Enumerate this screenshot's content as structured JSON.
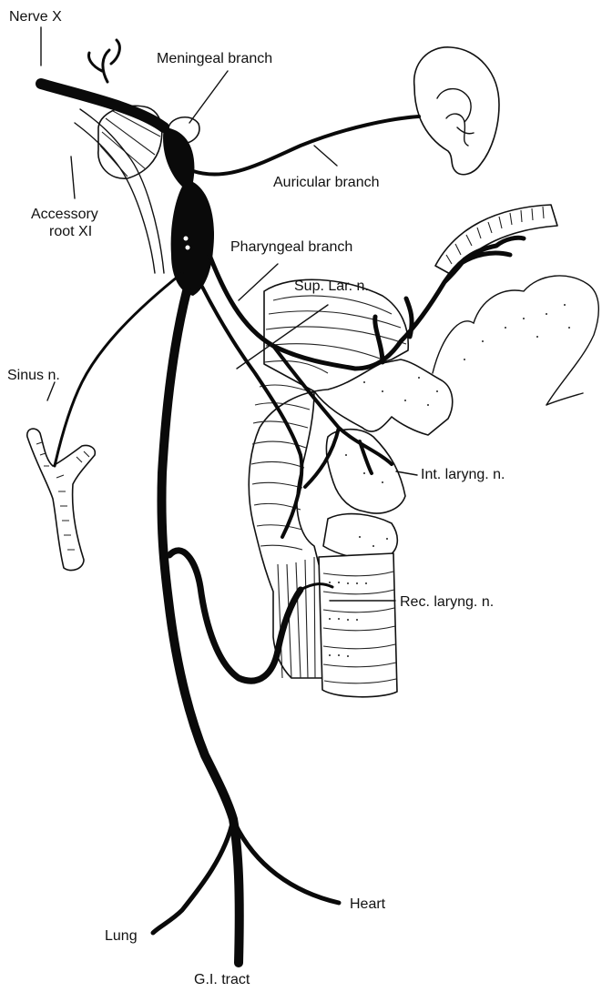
{
  "labels": {
    "nerve_x": "Nerve X",
    "meningeal": "Meningeal branch",
    "auricular": "Auricular branch",
    "accessory_1": "Accessory",
    "accessory_2": "root XI",
    "pharyngeal": "Pharyngeal branch",
    "sup_lar": "Sup. Lar. n.",
    "sinus": "Sinus n.",
    "int_laryng": "Int. laryng. n.",
    "rec_laryng": "Rec. laryng. n.",
    "heart": "Heart",
    "lung": "Lung",
    "gi_tract": "G.I. tract"
  },
  "colors": {
    "ink": "#0a0a0a",
    "background": "#ffffff"
  }
}
